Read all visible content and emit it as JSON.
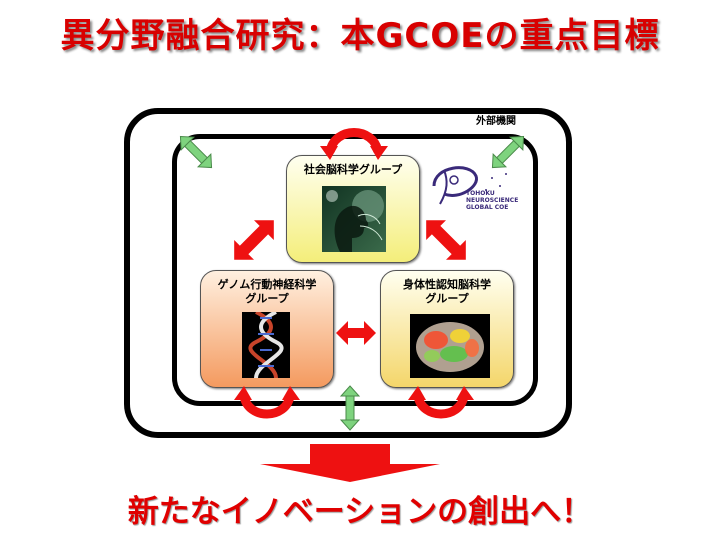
{
  "title": "異分野融合研究：本GCOEの重点目標",
  "external_label": "外部機関",
  "groups": {
    "social": "社会脳科学グループ",
    "genome_line1": "ゲノム行動神経科学",
    "genome_line2": "グループ",
    "body_line1": "身体性認知脳科学",
    "body_line2": "グループ"
  },
  "logo": {
    "line1": "TOHOKU",
    "line2": "NEUROSCIENCE",
    "line3": "GLOBAL COE"
  },
  "footer": "新たなイノベーションの創出へ！",
  "colors": {
    "title": "#d80000",
    "arrow_red": "#ee1111",
    "arrow_green": "#7ed37e",
    "social_box": "#f4ee7a",
    "genome_box": "#f49a5f",
    "body_box": "#f4d66a"
  }
}
